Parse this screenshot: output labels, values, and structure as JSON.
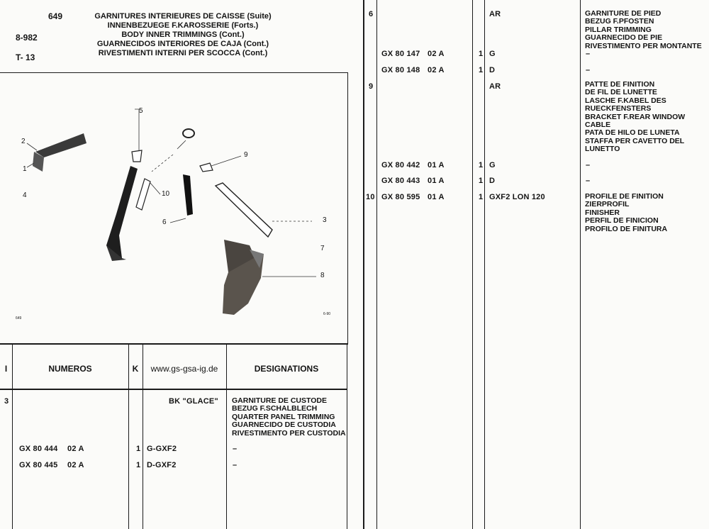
{
  "header": {
    "page_number": "649",
    "ref_code": "8-982",
    "section_code": "T- 13",
    "titles": [
      "GARNITURES INTERIEURES DE CAISSE (Suite)",
      "INNENBEZUEGE F.KAROSSERIE (Forts.)",
      "BODY INNER TRIMMINGS (Cont.)",
      "GUARNECIDOS INTERIORES DE CAJA (Cont.)",
      "RIVESTIMENTI INTERNI PER SCOCCA (Cont.)"
    ]
  },
  "diagram": {
    "callouts": [
      "5",
      "2",
      "1",
      "4",
      "9",
      "10",
      "6",
      "3",
      "7",
      "8"
    ],
    "corner_left": "649",
    "corner_right": "6-90"
  },
  "left_table": {
    "col_headers": {
      "index": "I",
      "numeros": "NUMEROS",
      "k": "K",
      "website": "www.gs-gsa-ig.de",
      "designations": "DESIGNATIONS"
    },
    "group_index": "3",
    "group_variant": "BK \"GLACE\"",
    "group_designation": [
      "GARNITURE DE CUSTODE",
      "BEZUG F.SCHALBLECH",
      "QUARTER PANEL TRIMMING",
      "GUARNECIDO DE CUSTODIA",
      "RIVESTIMENTO PER CUSTODIA"
    ],
    "rows": [
      {
        "number": "GX 80 444",
        "suffix": "02 A",
        "k": "1",
        "variant": "G-GXF2",
        "desig": "–"
      },
      {
        "number": "GX 80 445",
        "suffix": "02 A",
        "k": "1",
        "variant": "D-GXF2",
        "desig": "–"
      }
    ]
  },
  "right_table": {
    "groups": [
      {
        "index": "6",
        "variant": "AR",
        "designation": [
          "GARNITURE DE PIED",
          "BEZUG F.PFOSTEN",
          "PILLAR TRIMMING",
          "GUARNECIDO DE PIE",
          "RIVESTIMENTO PER MONTANTE"
        ],
        "rows": [
          {
            "number": "GX 80 147",
            "suffix": "02 A",
            "k": "1",
            "variant": "G",
            "desig": "–"
          },
          {
            "number": "GX 80 148",
            "suffix": "02 A",
            "k": "1",
            "variant": "D",
            "desig": "–"
          }
        ]
      },
      {
        "index": "9",
        "variant": "AR",
        "designation": [
          "PATTE DE FINITION",
          "DE FIL DE LUNETTE",
          "LASCHE F.KABEL DES",
          "RUECKFENSTERS",
          "BRACKET F.REAR WINDOW",
          "CABLE",
          "PATA DE HILO DE LUNETA",
          "STAFFA PER CAVETTO DEL",
          "LUNETTO"
        ],
        "rows": [
          {
            "number": "GX 80 442",
            "suffix": "01 A",
            "k": "1",
            "variant": "G",
            "desig": "–"
          },
          {
            "number": "GX 80 443",
            "suffix": "01 A",
            "k": "1",
            "variant": "D",
            "desig": "–"
          }
        ]
      },
      {
        "index": "10",
        "number": "GX 80 595",
        "suffix": "01 A",
        "k": "1",
        "variant": "GXF2 LON 120",
        "designation": [
          "PROFILE DE FINITION",
          "ZIERPROFIL",
          "FINISHER",
          "PERFIL DE FINICION",
          "PROFILO DE FINITURA"
        ]
      }
    ]
  }
}
